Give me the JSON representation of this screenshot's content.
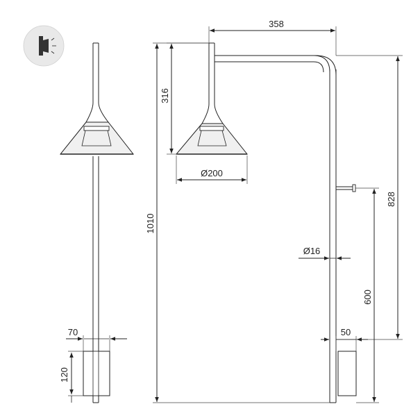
{
  "dimensions": {
    "arm_reach": "358",
    "shade_height": "316",
    "shade_diameter": "Ø200",
    "total_height": "1010",
    "pole_diameter": "Ø16",
    "upper_height": "828",
    "mount_height": "600",
    "mount_offset": "50",
    "base_width": "70",
    "base_height": "120"
  },
  "icons": {
    "badge": "wall-light-icon"
  },
  "colors": {
    "line": "#222222",
    "badge_bg": "#e9e9e9"
  }
}
